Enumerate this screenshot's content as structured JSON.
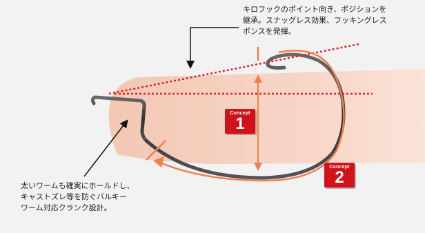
{
  "captions": {
    "top": [
      "キロフックのポイント向き、ポジションを",
      "継承。スナッグレス効果、フッキングレス",
      "ポンスを発揮。"
    ],
    "bottom": [
      "太いワームも確実にホールドし、",
      "キャストズレ等を防ぐバルキー",
      "ワーム対応クランク設計。"
    ]
  },
  "badges": [
    {
      "word": "Concept",
      "number": "1"
    },
    {
      "word": "Concept",
      "number": "2"
    }
  ],
  "colors": {
    "background": "#f2f2f2",
    "worm": "#f6d2c2",
    "accent_orange": "#f08050",
    "dotted_red": "#d9232a",
    "badge_red": "#d0121b",
    "hook_dark": "#3a3a3a",
    "leader_line": "#111111"
  }
}
